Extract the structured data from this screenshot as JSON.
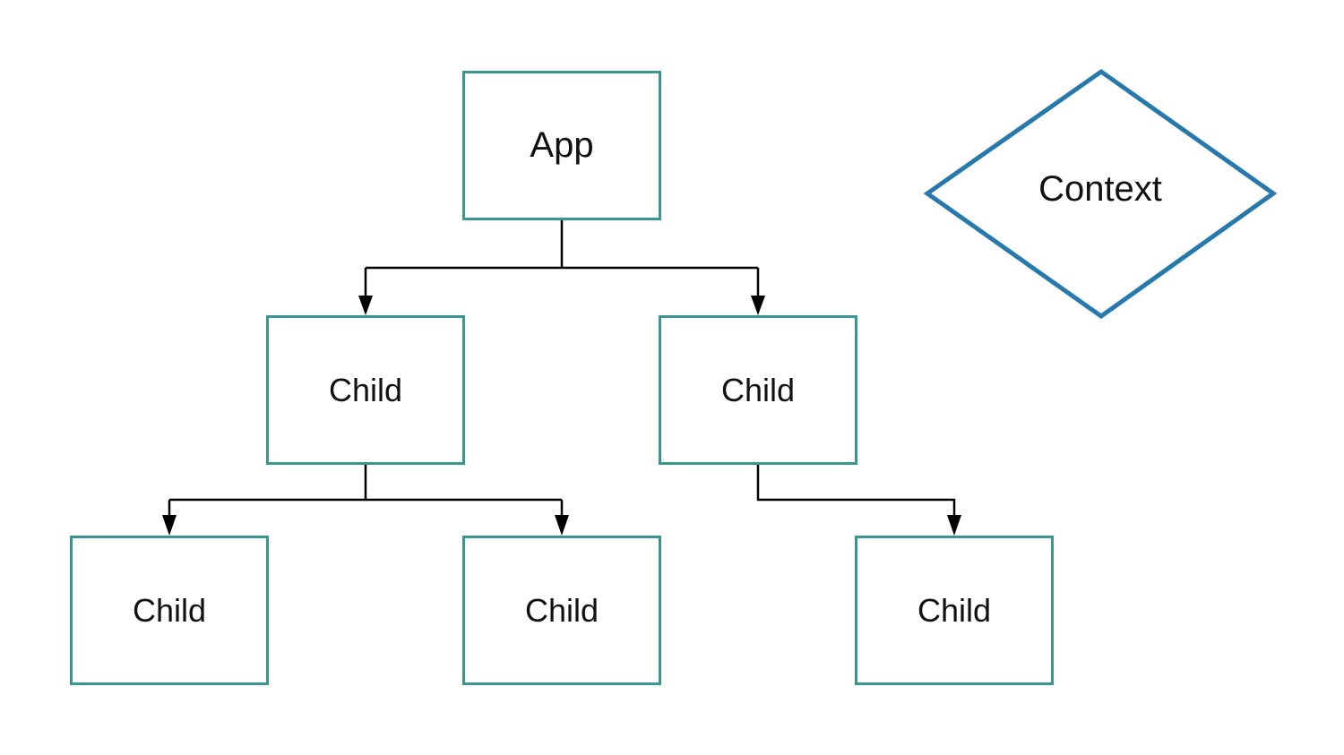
{
  "colors": {
    "box_border": "#3a9690",
    "diamond_border": "#2779ad",
    "connector": "#000000",
    "background": "#ffffff"
  },
  "nodes": {
    "app": {
      "label": "App"
    },
    "child_left": {
      "label": "Child"
    },
    "child_right": {
      "label": "Child"
    },
    "grandchild_1": {
      "label": "Child"
    },
    "grandchild_2": {
      "label": "Child"
    },
    "grandchild_3": {
      "label": "Child"
    }
  },
  "context": {
    "label": "Context"
  },
  "edges": [
    {
      "from": "App",
      "to": "Child (left)"
    },
    {
      "from": "App",
      "to": "Child (right)"
    },
    {
      "from": "Child (left)",
      "to": "Child (bottom-left)"
    },
    {
      "from": "Child (left)",
      "to": "Child (bottom-middle)"
    },
    {
      "from": "Child (right)",
      "to": "Child (bottom-right)"
    }
  ]
}
